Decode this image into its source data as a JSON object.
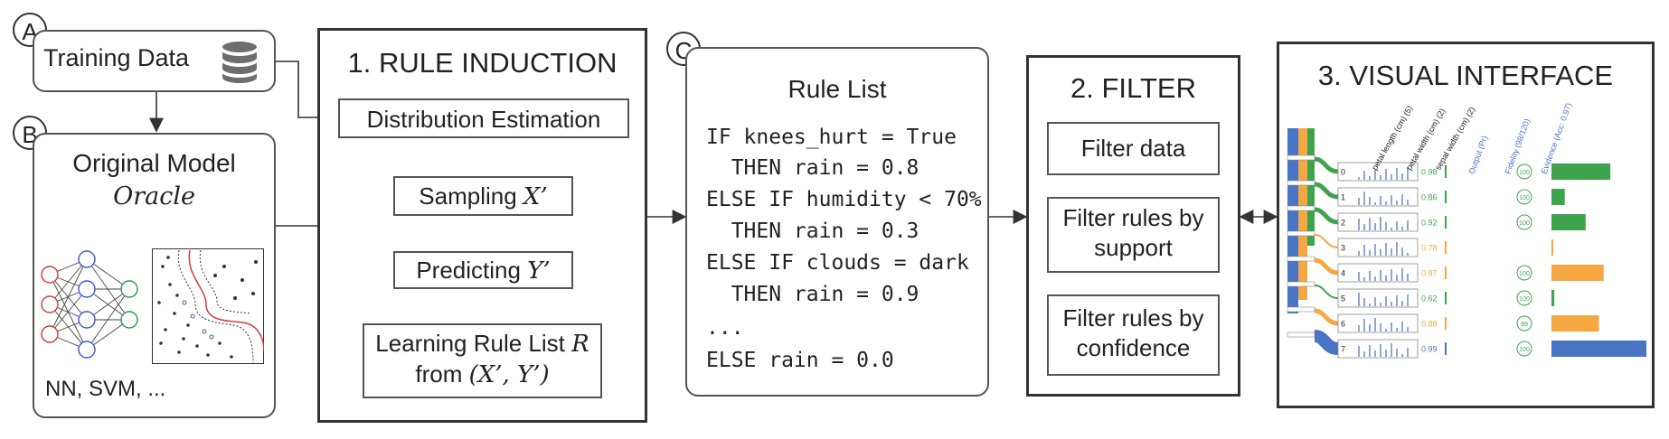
{
  "badges": {
    "a": "A",
    "b": "B",
    "c": "C"
  },
  "training": {
    "label": "Training Data"
  },
  "model": {
    "title": "Original Model",
    "subtitle": "Oracle",
    "caption": "NN, SVM, ..."
  },
  "induction": {
    "title": "1. RULE INDUCTION",
    "distribution": "Distribution Estimation",
    "sampling": "Sampling",
    "sampling_var": "X’",
    "predicting": "Predicting",
    "predicting_var": "Y’",
    "learning_line1": "Learning Rule List",
    "learning_var": "R",
    "learning_line2": "from",
    "learning_vars2": "(X’, Y’)"
  },
  "rule_list": {
    "title": "Rule List",
    "lines": [
      "IF knees_hurt = True",
      "  THEN rain = 0.8",
      "ELSE IF humidity < 70%",
      "  THEN rain = 0.3",
      "ELSE IF clouds = dark",
      "  THEN rain = 0.9",
      "...",
      "ELSE rain = 0.0"
    ]
  },
  "filter": {
    "title": "2. FILTER",
    "items": [
      "Filter data",
      "Filter rules by\nsupport",
      "Filter rules by\nconfidence"
    ]
  },
  "visual": {
    "title": "3. VISUAL INTERFACE",
    "col_headers": [
      "petal length (cm) (5)",
      "petal width (cm) (2)",
      "sepal width (cm) (2)",
      "Output (Pr)",
      "Fidelity (98/120)",
      "Evidence (Acc: 0.97)"
    ],
    "rows": [
      {
        "id": "0",
        "output": "0.98",
        "fidelity": "100",
        "color": "#3fa34d",
        "evidence": 0.62
      },
      {
        "id": "1",
        "output": "0.86",
        "fidelity": "100",
        "color": "#3fa34d",
        "evidence": 0.14
      },
      {
        "id": "2",
        "output": "0.92",
        "fidelity": "100",
        "color": "#3fa34d",
        "evidence": 0.36
      },
      {
        "id": "3",
        "output": "0.78",
        "fidelity": "",
        "color": "#f5a742",
        "evidence": 0.0
      },
      {
        "id": "4",
        "output": "0.97",
        "fidelity": "100",
        "color": "#f5a742",
        "evidence": 0.55
      },
      {
        "id": "5",
        "output": "0.62",
        "fidelity": "100",
        "color": "#3fa34d",
        "evidence": 0.03
      },
      {
        "id": "6",
        "output": "0.88",
        "fidelity": "89",
        "color": "#f5a742",
        "evidence": 0.5
      },
      {
        "id": "7",
        "output": "0.99",
        "fidelity": "100",
        "color": "#4a74c4",
        "evidence": 1.0
      }
    ]
  }
}
